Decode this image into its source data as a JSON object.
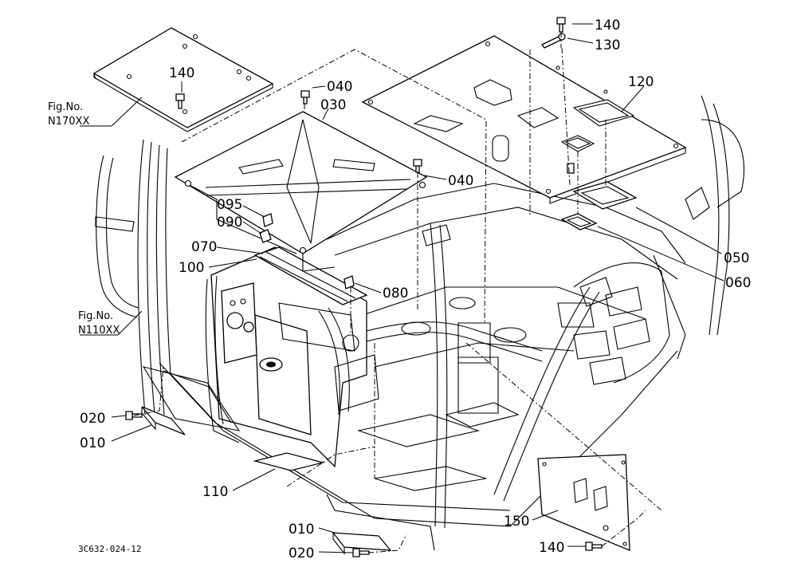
{
  "callouts": [
    {
      "id": "140_top",
      "text": "140"
    },
    {
      "id": "130",
      "text": "130"
    },
    {
      "id": "120",
      "text": "120"
    },
    {
      "id": "140_left",
      "text": "140"
    },
    {
      "id": "040_top",
      "text": "040"
    },
    {
      "id": "030",
      "text": "030"
    },
    {
      "id": "040_mid",
      "text": "040"
    },
    {
      "id": "095",
      "text": "095"
    },
    {
      "id": "090",
      "text": "090"
    },
    {
      "id": "070",
      "text": "070"
    },
    {
      "id": "100",
      "text": "100"
    },
    {
      "id": "080",
      "text": "080"
    },
    {
      "id": "050",
      "text": "050"
    },
    {
      "id": "060",
      "text": "060"
    },
    {
      "id": "020_left",
      "text": "020"
    },
    {
      "id": "010_left",
      "text": "010"
    },
    {
      "id": "110",
      "text": "110"
    },
    {
      "id": "010_bottom",
      "text": "010"
    },
    {
      "id": "020_bottom",
      "text": "020"
    },
    {
      "id": "150",
      "text": "150"
    },
    {
      "id": "140_bottom",
      "text": "140"
    }
  ],
  "figure_refs": [
    {
      "line1": "Fig.No.",
      "line2": "N170XX"
    },
    {
      "line1": "Fig.No.",
      "line2": "N110XX"
    }
  ],
  "drawing_code": "3C632-024-12"
}
